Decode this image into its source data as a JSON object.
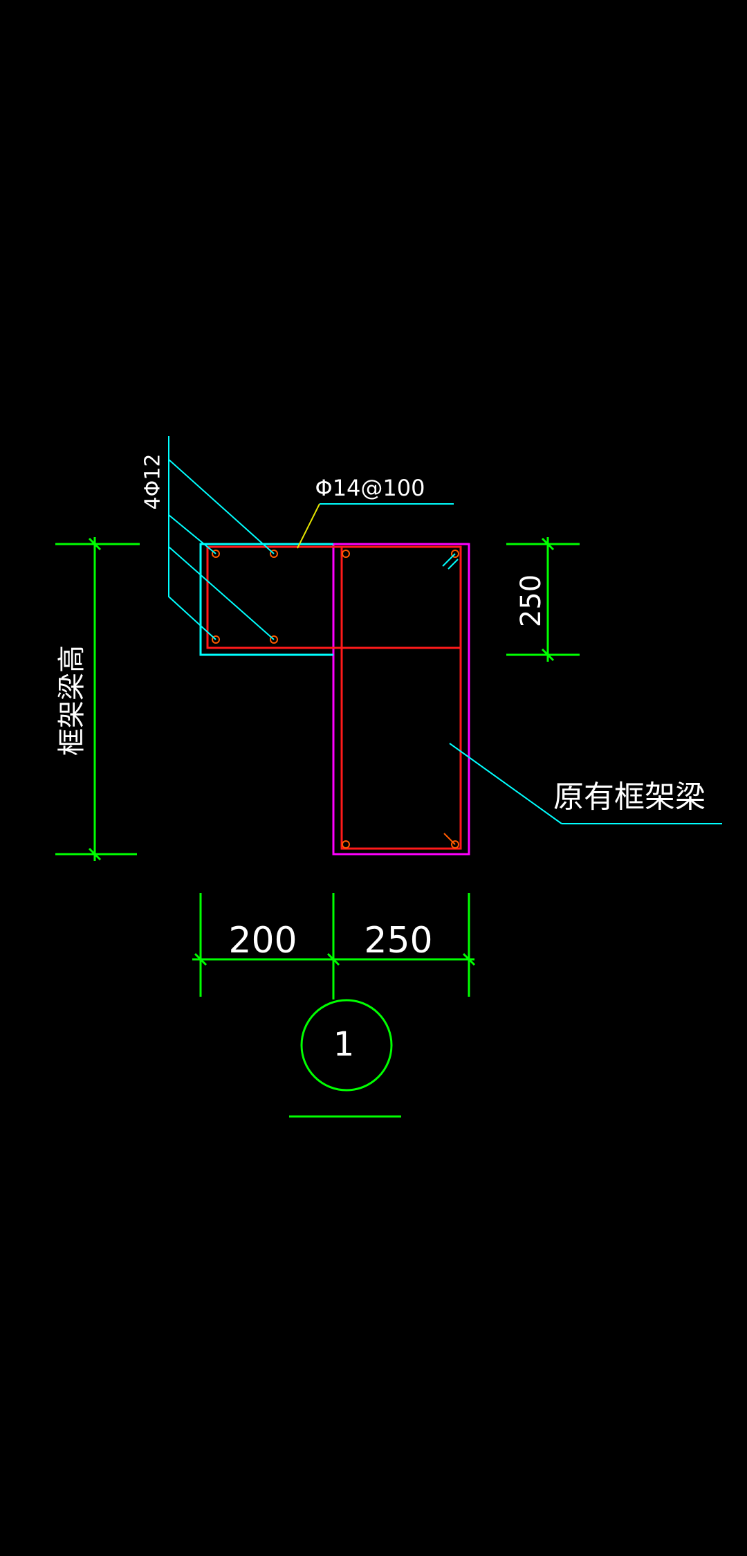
{
  "colors": {
    "background": "#000000",
    "dimension": "#00ff00",
    "leader": "#00ffff",
    "stirrup": "#ff0000",
    "existing_beam": "#ff00ff",
    "rebar": "#ff5a00",
    "text": "#ffffff"
  },
  "labels": {
    "top_rebar": "4Φ12",
    "stirrup_spec": "Φ14@100",
    "right_dim": "250",
    "left_dim": "框架梁高",
    "existing_beam": "原有框架梁",
    "bottom_dim_left": "200",
    "bottom_dim_right": "250",
    "section_mark": "1"
  }
}
